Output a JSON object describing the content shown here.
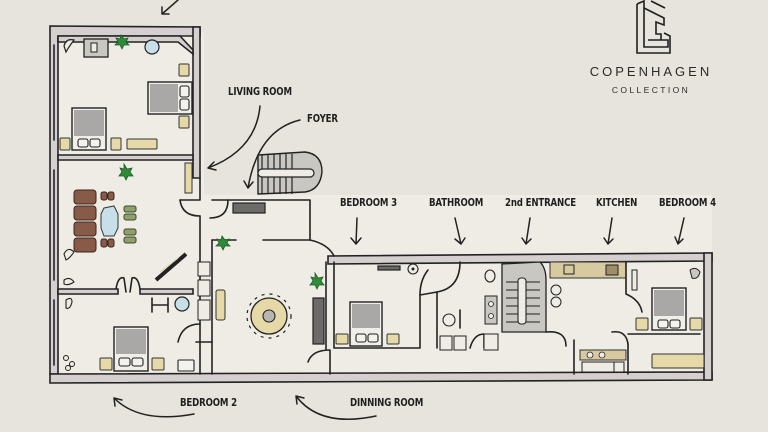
{
  "brand": {
    "logo_icon": "building-logo-icon",
    "name": "COPENHAGEN",
    "subtitle": "COLLECTION"
  },
  "rooms": [
    {
      "id": "living-room",
      "label": "LIVING ROOM"
    },
    {
      "id": "foyer",
      "label": "FOYER"
    },
    {
      "id": "bedroom-3",
      "label": "BEDROOM 3"
    },
    {
      "id": "bathroom",
      "label": "BATHROOM"
    },
    {
      "id": "second-entrance",
      "label": "2nd ENTRANCE"
    },
    {
      "id": "kitchen",
      "label": "KITCHEN"
    },
    {
      "id": "bedroom-4",
      "label": "BEDROOM 4"
    },
    {
      "id": "bedroom-2",
      "label": "BEDROOM 2"
    },
    {
      "id": "dining-room",
      "label": "DINNING ROOM"
    }
  ],
  "colors": {
    "background": "#e6e4dc",
    "wall_fill": "#d6cfcf",
    "furniture_yellow": "#e5d9a8",
    "bed_grey": "#a9a8a6",
    "plant_green": "#2f8a3a",
    "chair_brown": "#8a5a48",
    "chair_green": "#8fa06a",
    "table_blue": "#c7dfe8"
  }
}
